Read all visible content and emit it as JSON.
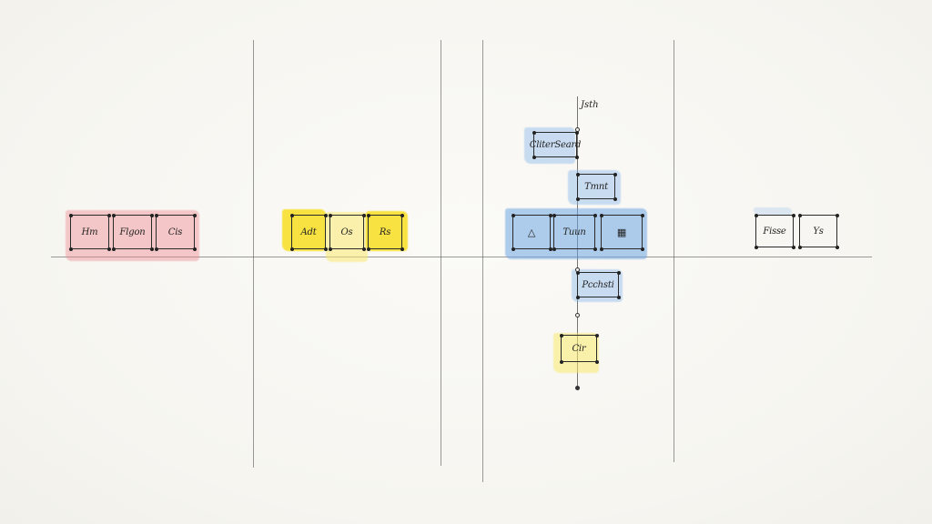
{
  "axis_label": "Jsth",
  "left_group": [
    "Hm",
    "Flgon",
    "Cis"
  ],
  "yellow_group": [
    "Adt",
    "Os",
    "Rs"
  ],
  "blue_group": {
    "top_boxes": [
      "CliterSeard",
      "Tmnt"
    ],
    "row": {
      "left_icon": "warning-triangle-icon",
      "middle": "Tuun",
      "right_icon": "window-icon"
    },
    "below_boxes": [
      "Pcchsti"
    ],
    "yellow_box": "Cir"
  },
  "right_group": [
    "Fisse",
    "Ys"
  ],
  "colors": {
    "pink": "#ef828c",
    "yellow": "#f7dc14",
    "blue": "#6ea5e1",
    "ink": "#2a2a2a"
  }
}
